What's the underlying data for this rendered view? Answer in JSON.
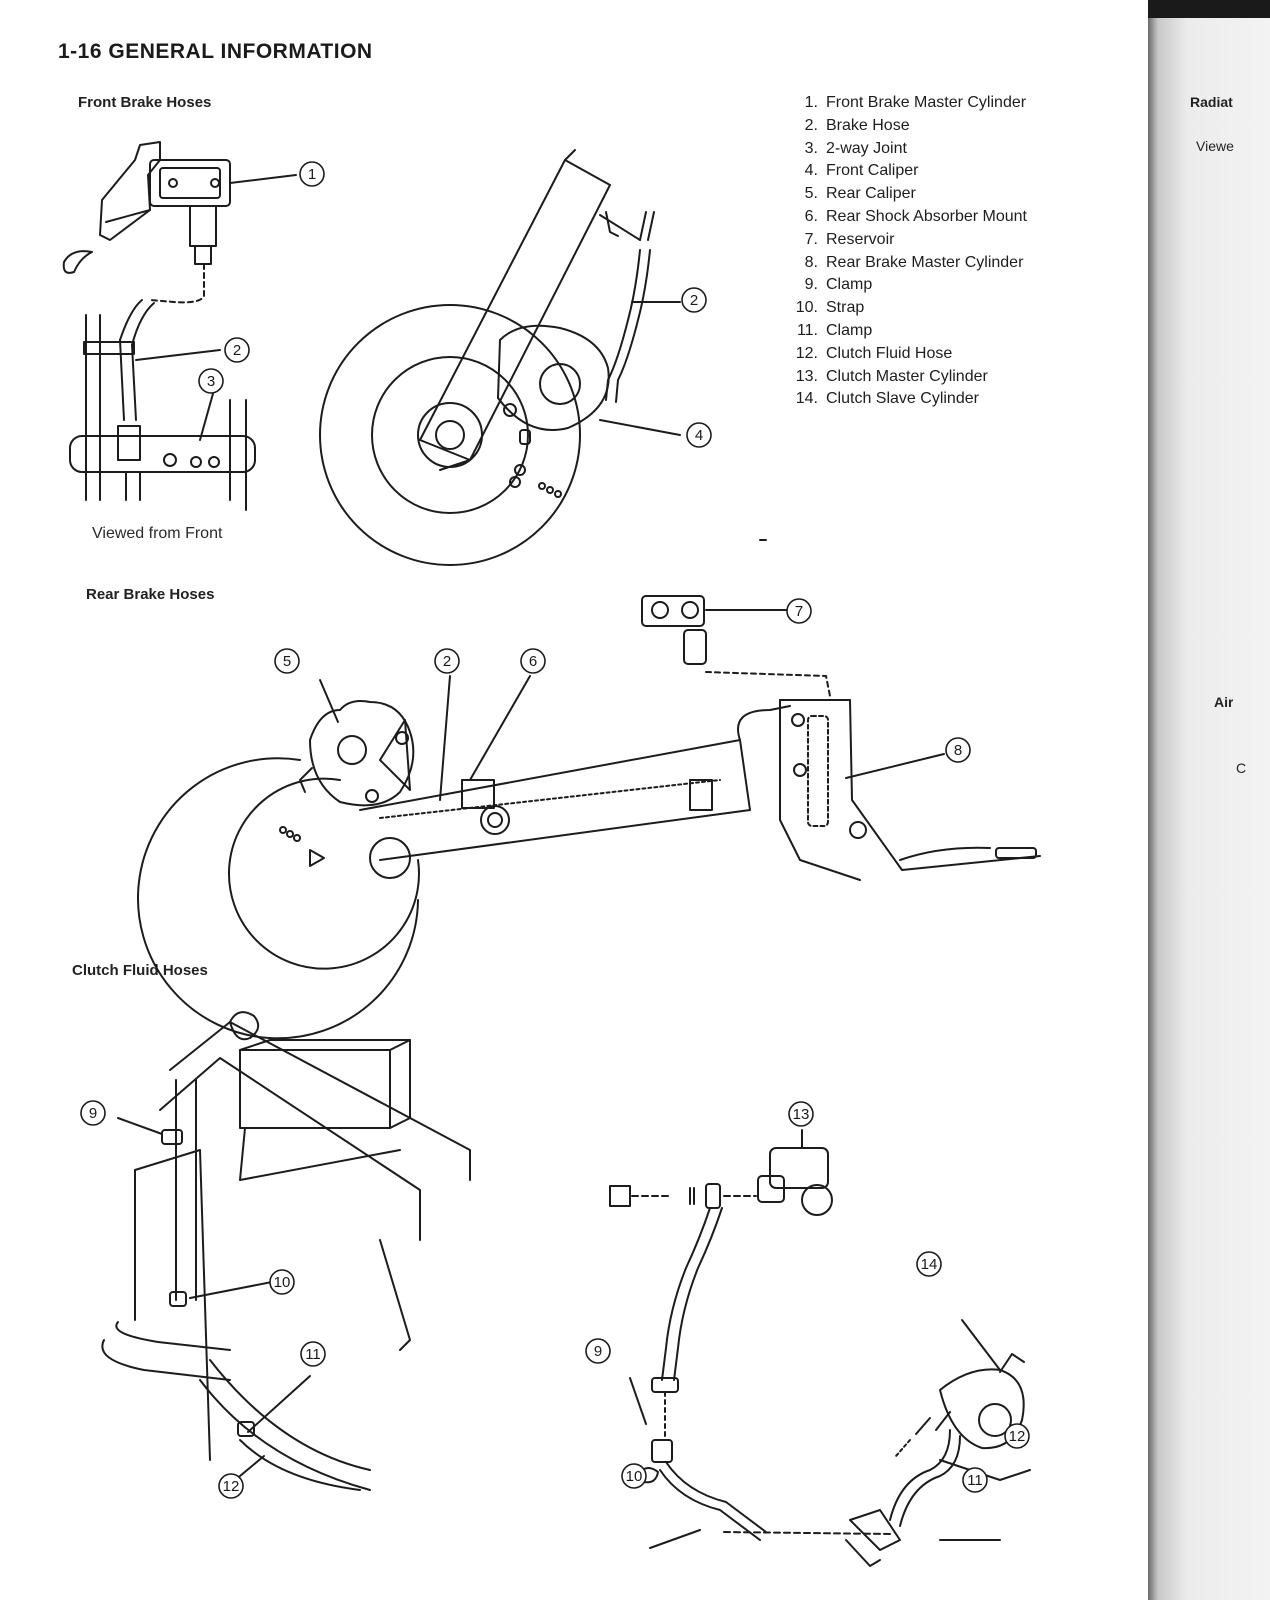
{
  "page_title": "1-16 GENERAL INFORMATION",
  "sections": {
    "front": "Front Brake Hoses",
    "rear": "Rear Brake Hoses",
    "clutch": "Clutch Fluid Hoses"
  },
  "front_caption": "Viewed from Front",
  "legend": [
    {
      "num": "1.",
      "label": "Front Brake Master Cylinder"
    },
    {
      "num": "2.",
      "label": "Brake Hose"
    },
    {
      "num": "3.",
      "label": "2-way Joint"
    },
    {
      "num": "4.",
      "label": "Front Caliper"
    },
    {
      "num": "5.",
      "label": "Rear Caliper"
    },
    {
      "num": "6.",
      "label": "Rear Shock Absorber Mount"
    },
    {
      "num": "7.",
      "label": "Reservoir"
    },
    {
      "num": "8.",
      "label": "Rear Brake Master Cylinder"
    },
    {
      "num": "9.",
      "label": "Clamp"
    },
    {
      "num": "10.",
      "label": "Strap"
    },
    {
      "num": "11.",
      "label": "Clamp"
    },
    {
      "num": "12.",
      "label": "Clutch Fluid Hose"
    },
    {
      "num": "13.",
      "label": "Clutch Master Cylinder"
    },
    {
      "num": "14.",
      "label": "Clutch Slave Cylinder"
    }
  ],
  "callouts": [
    "1",
    "2",
    "3",
    "2",
    "4",
    "5",
    "2",
    "6",
    "7",
    "8",
    "9",
    "10",
    "11",
    "12",
    "13",
    "14",
    "9",
    "10",
    "12",
    "11"
  ],
  "adjacent_page": {
    "line1": "Radiat",
    "line2": "Viewe",
    "line3": "Air",
    "line4": "C"
  }
}
